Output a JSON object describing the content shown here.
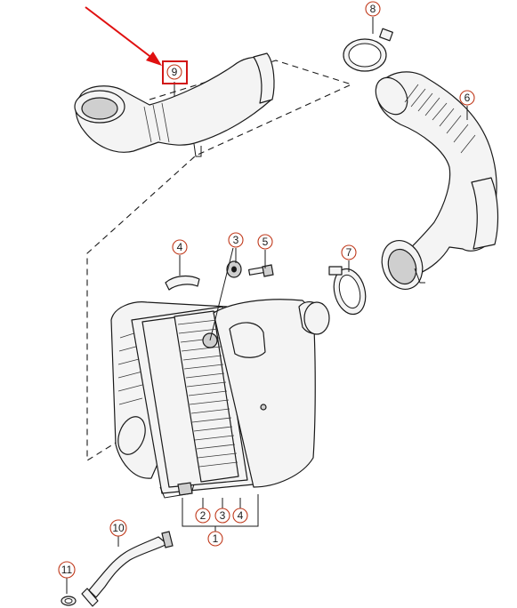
{
  "diagram": {
    "callouts": [
      {
        "id": "c9",
        "label": "9"
      },
      {
        "id": "c8",
        "label": "8"
      },
      {
        "id": "c6",
        "label": "6"
      },
      {
        "id": "c4a",
        "label": "4"
      },
      {
        "id": "c3a",
        "label": "3"
      },
      {
        "id": "c5",
        "label": "5"
      },
      {
        "id": "c7",
        "label": "7"
      },
      {
        "id": "c2",
        "label": "2"
      },
      {
        "id": "c3b",
        "label": "3"
      },
      {
        "id": "c4b",
        "label": "4"
      },
      {
        "id": "c1",
        "label": "1"
      },
      {
        "id": "c10",
        "label": "10"
      },
      {
        "id": "c11",
        "label": "11"
      }
    ],
    "highlight": {
      "target": "9",
      "color": "#d21515"
    },
    "arrow": {
      "color": "#e01010",
      "points_to": "9"
    },
    "colors": {
      "callout_ring": "#c0391b",
      "line": "#1a1a1a"
    }
  }
}
